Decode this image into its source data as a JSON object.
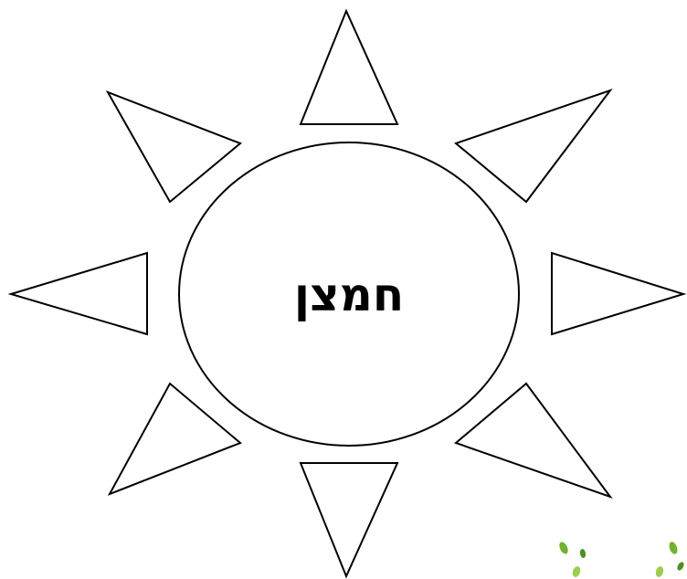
{
  "diagram": {
    "center_label": "חמצן",
    "rays": [
      "ray-top",
      "ray-top-right",
      "ray-right",
      "ray-bottom-right",
      "ray-bottom",
      "ray-bottom-left",
      "ray-left",
      "ray-top-left"
    ]
  },
  "decoration": {
    "name": "green-leaves-decoration",
    "colors": [
      "#6fb42c",
      "#9bcf4a",
      "#4e8f1e"
    ]
  }
}
